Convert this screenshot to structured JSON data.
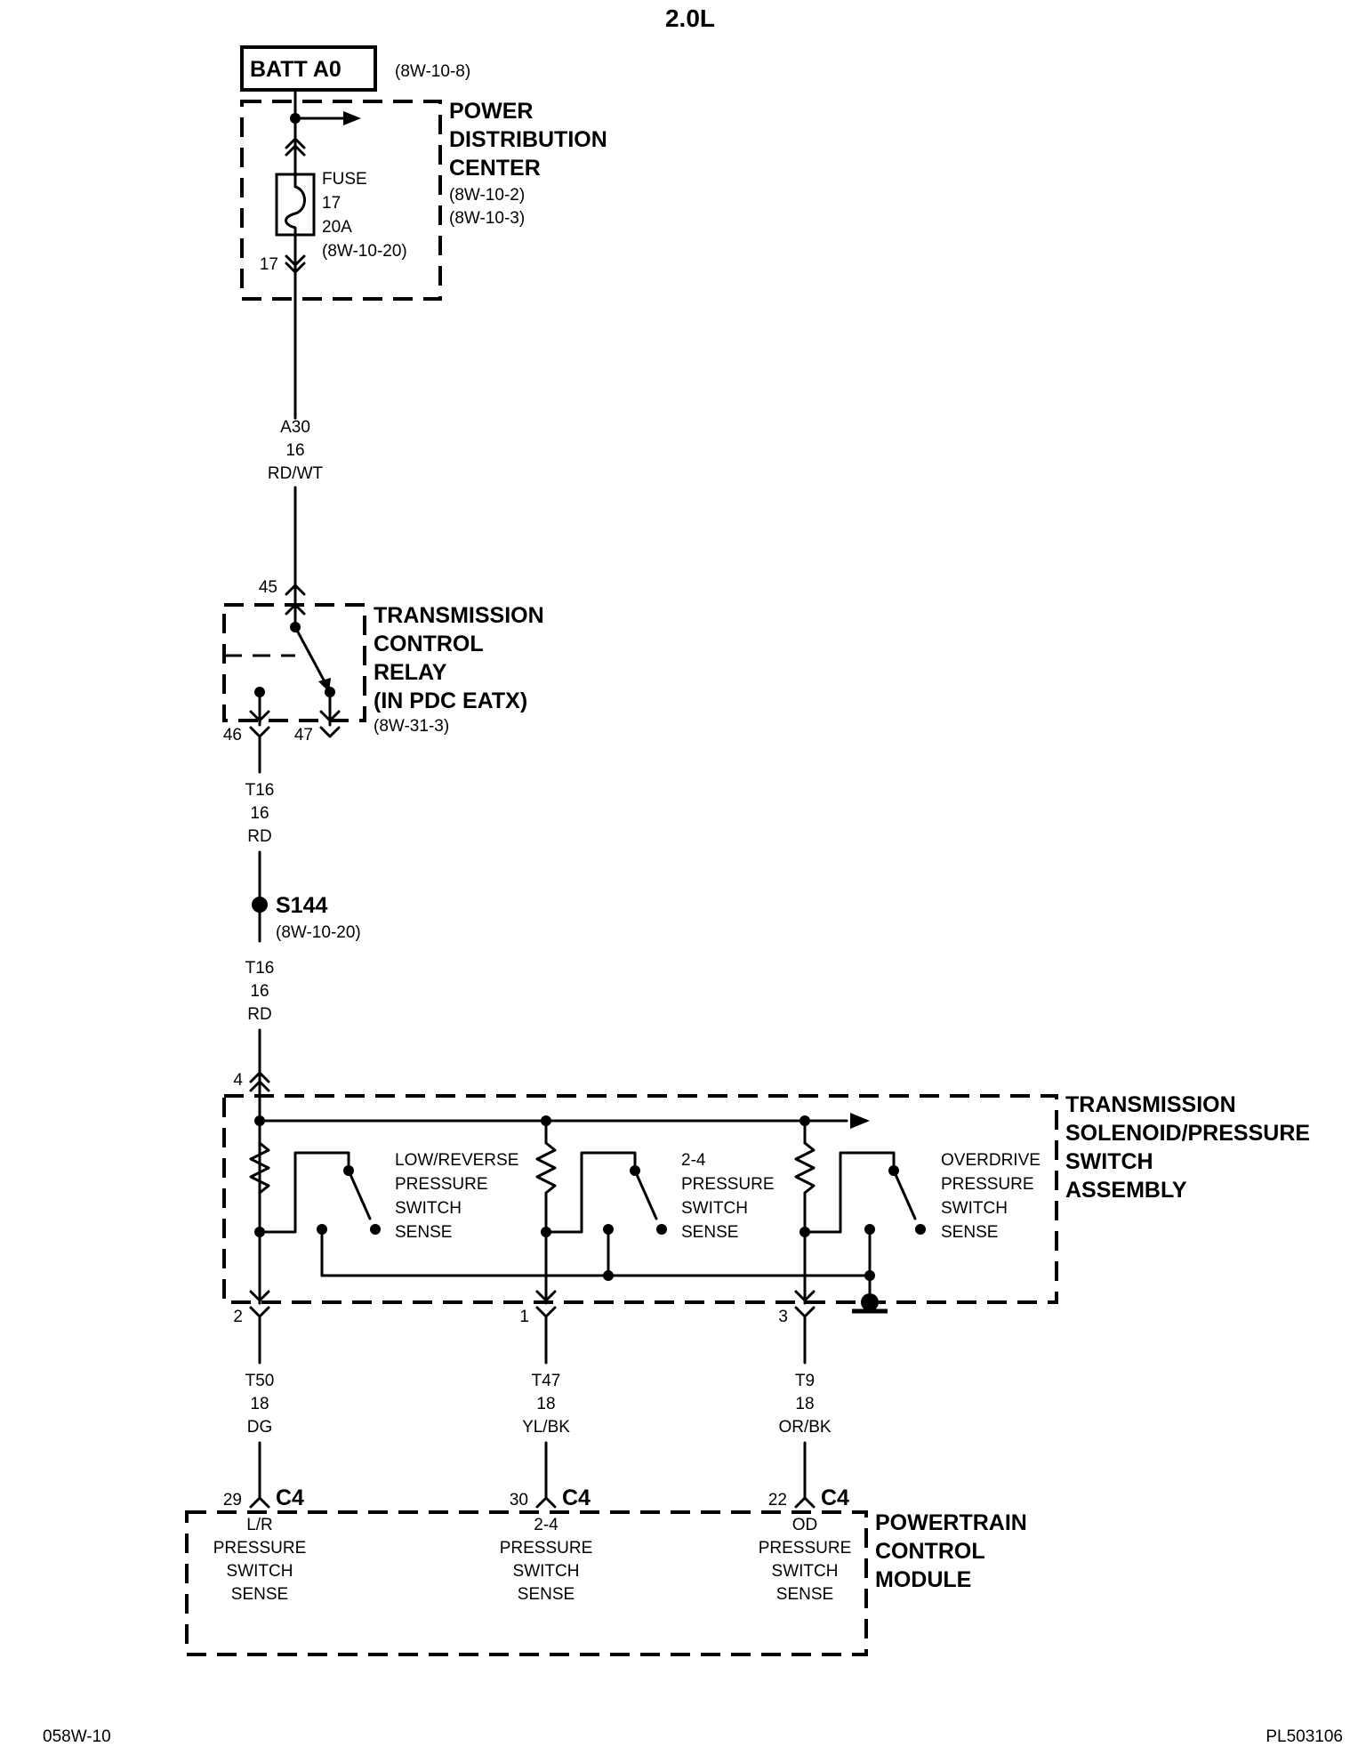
{
  "title": "2.0L",
  "footer": {
    "left": "058W-10",
    "right": "PL503106"
  },
  "battery": {
    "label": "BATT A0",
    "ref": "(8W-10-8)"
  },
  "pdc": {
    "name": [
      "POWER",
      "DISTRIBUTION",
      "CENTER"
    ],
    "refs": [
      "(8W-10-2)",
      "(8W-10-3)"
    ],
    "fuse": [
      "FUSE",
      "17",
      "20A",
      "(8W-10-20)"
    ],
    "pin": "17"
  },
  "wire_a30": [
    "A30",
    "16",
    "RD/WT"
  ],
  "relay": {
    "name": [
      "TRANSMISSION",
      "CONTROL",
      "RELAY",
      "(IN PDC EATX)"
    ],
    "ref": "(8W-31-3)",
    "pin_in": "45",
    "pin_out1": "46",
    "pin_out2": "47"
  },
  "wire_t16_upper": [
    "T16",
    "16",
    "RD"
  ],
  "splice": {
    "label": "S144",
    "ref": "(8W-10-20)"
  },
  "wire_t16_lower": [
    "T16",
    "16",
    "RD"
  ],
  "switch_assembly": {
    "name": [
      "TRANSMISSION",
      "SOLENOID/PRESSURE",
      "SWITCH",
      "ASSEMBLY"
    ],
    "pin_in": "4",
    "switches": [
      {
        "label": [
          "LOW/REVERSE",
          "PRESSURE",
          "SWITCH",
          "SENSE"
        ],
        "pin": "2"
      },
      {
        "label": [
          "2-4",
          "PRESSURE",
          "SWITCH",
          "SENSE"
        ],
        "pin": "1"
      },
      {
        "label": [
          "OVERDRIVE",
          "PRESSURE",
          "SWITCH",
          "SENSE"
        ],
        "pin": "3"
      }
    ]
  },
  "wires_out": [
    {
      "lines": [
        "T50",
        "18",
        "DG"
      ]
    },
    {
      "lines": [
        "T47",
        "18",
        "YL/BK"
      ]
    },
    {
      "lines": [
        "T9",
        "18",
        "OR/BK"
      ]
    }
  ],
  "pcm": {
    "name": [
      "POWERTRAIN",
      "CONTROL",
      "MODULE"
    ],
    "connector": "C4",
    "inputs": [
      {
        "pin": "29",
        "label": [
          "L/R",
          "PRESSURE",
          "SWITCH",
          "SENSE"
        ]
      },
      {
        "pin": "30",
        "label": [
          "2-4",
          "PRESSURE",
          "SWITCH",
          "SENSE"
        ]
      },
      {
        "pin": "22",
        "label": [
          "OD",
          "PRESSURE",
          "SWITCH",
          "SENSE"
        ]
      }
    ]
  }
}
